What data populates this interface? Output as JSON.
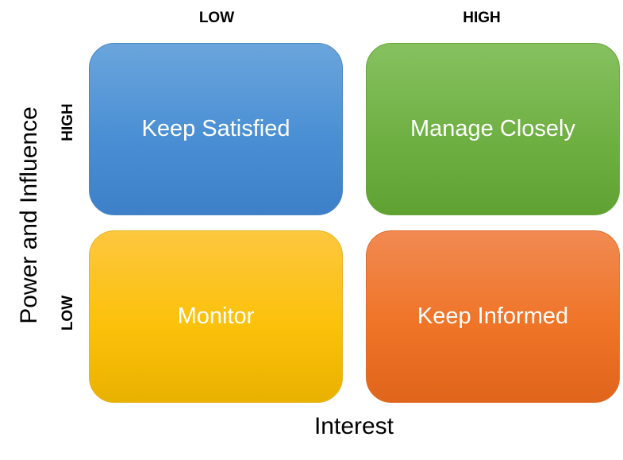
{
  "columns": {
    "low": "LOW",
    "high": "HIGH"
  },
  "rows": {
    "high": "HIGH",
    "low": "LOW"
  },
  "axes": {
    "y_title": "Power and Influence",
    "x_title": "Interest"
  },
  "quadrants": {
    "top_left": {
      "label": "Keep Satisfied",
      "color": "#4a8fd4"
    },
    "top_right": {
      "label": "Manage Closely",
      "color": "#6fb043"
    },
    "bottom_left": {
      "label": "Monitor",
      "color": "#fcc10a"
    },
    "bottom_right": {
      "label": "Keep Informed",
      "color": "#ef7427"
    }
  }
}
